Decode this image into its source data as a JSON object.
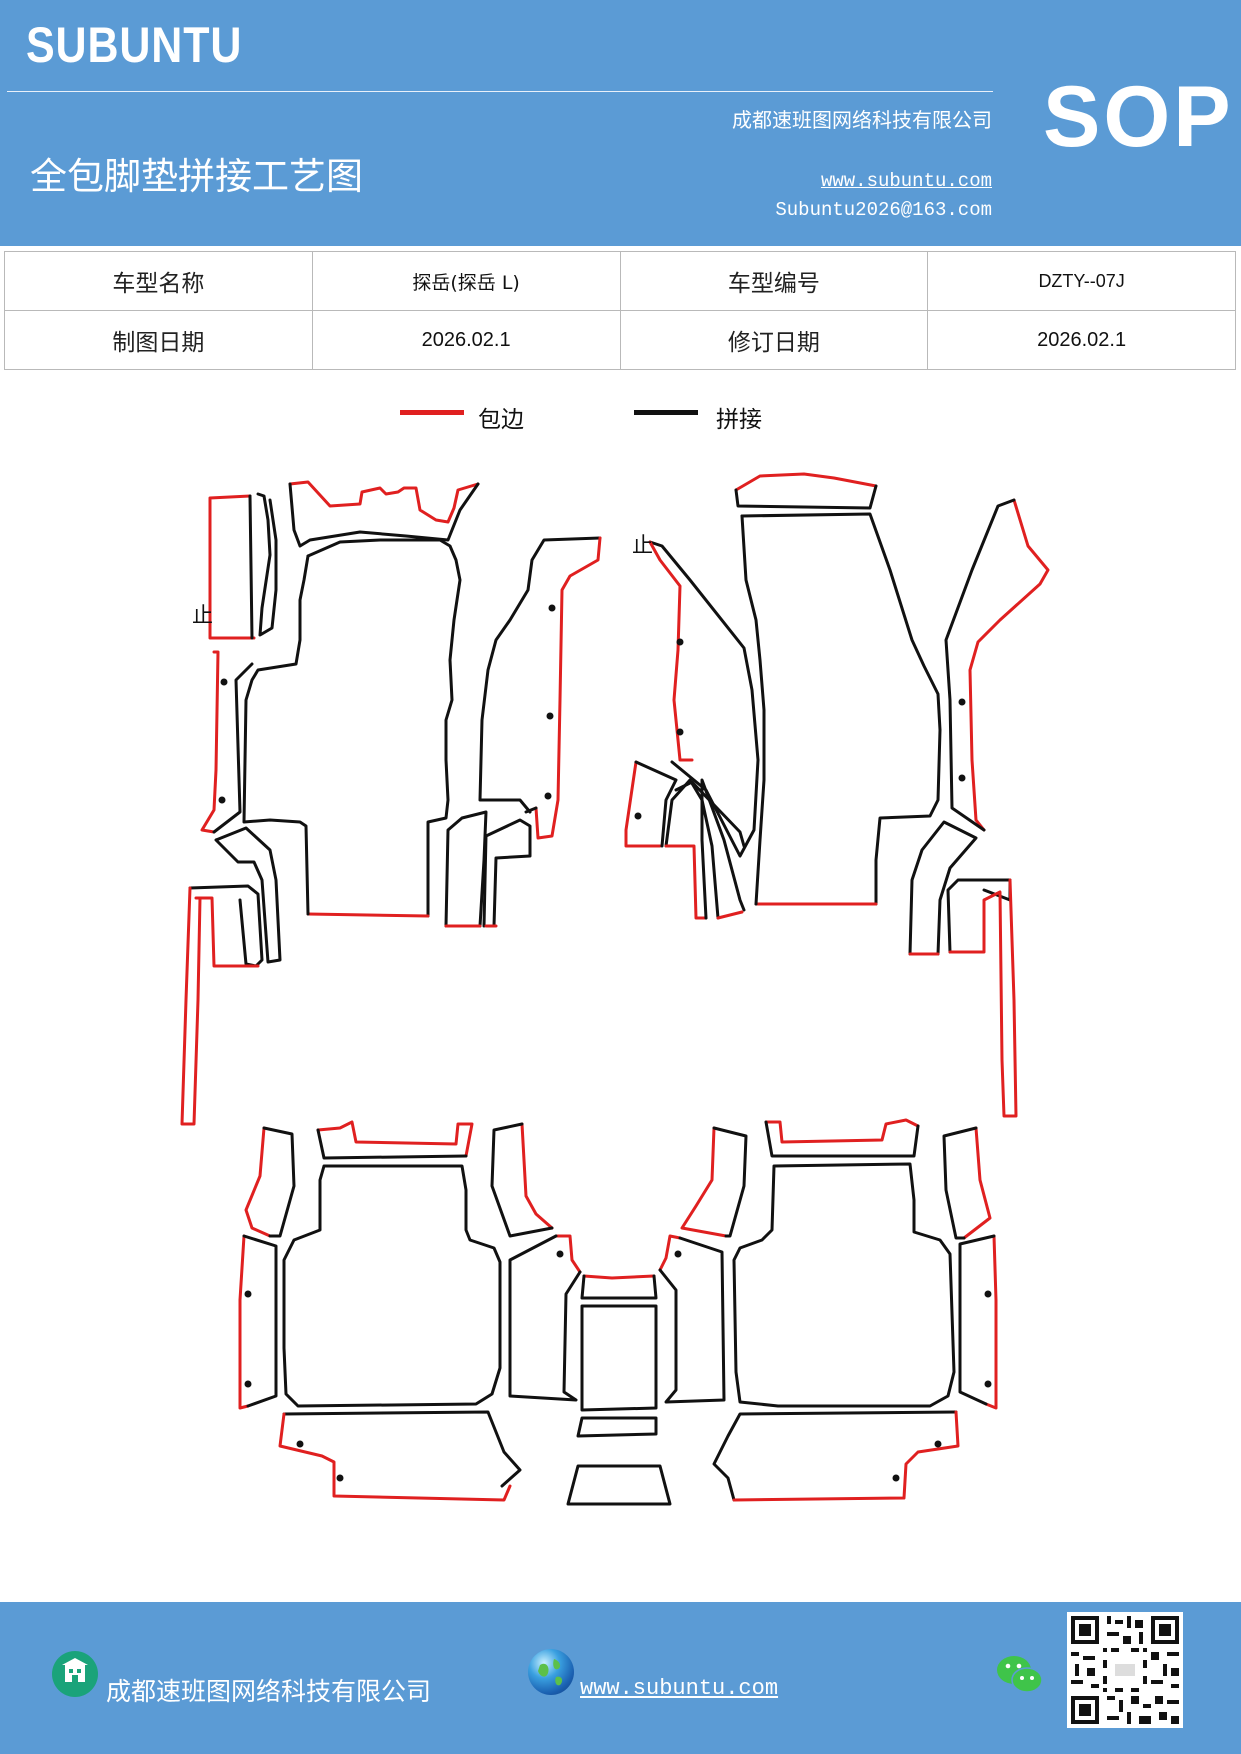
{
  "header": {
    "brand": "SUBUNTU",
    "company": "成都速班图网络科技有限公司",
    "title": "全包脚垫拼接工艺图",
    "website": "www.subuntu.com",
    "email": "Subuntu2026@163.com",
    "badge": "SOP"
  },
  "info_table": {
    "row1": {
      "label1": "车型名称",
      "value1": "探岳(探岳 L)",
      "label2": "车型编号",
      "value2": "DZTY--07J"
    },
    "row2": {
      "label1": "制图日期",
      "value1": "2026.02.1",
      "label2": "修订日期",
      "value2": "2026.02.1"
    }
  },
  "legend": {
    "edge": {
      "label": "包边",
      "color": "#e02020"
    },
    "seam": {
      "label": "拼接",
      "color": "#111111"
    }
  },
  "diagram": {
    "stop_mark_left": "止",
    "stop_mark_right": "止"
  },
  "footer": {
    "company": "成都速班图网络科技有限公司",
    "website": "www.subuntu.com",
    "building_icon": "building-icon",
    "globe_icon": "globe-icon",
    "wechat_icon": "wechat-icon",
    "qr_icon": "qr-code-icon"
  }
}
